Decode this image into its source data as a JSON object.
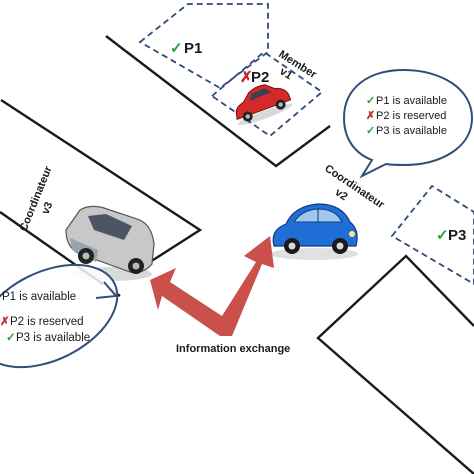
{
  "spots": {
    "p1": {
      "label": "P1",
      "mark": "✓"
    },
    "p2": {
      "label": "P2",
      "mark": "✗"
    },
    "p3": {
      "label": "P3",
      "mark": "✓"
    }
  },
  "vehicles": {
    "v1": {
      "line1": "Member",
      "line2": "v1"
    },
    "v2": {
      "line1": "Coordinateur",
      "line2": "v2"
    },
    "v3": {
      "line1": "Coordinateur",
      "line2": "v3"
    }
  },
  "bubble_v2": {
    "items": [
      {
        "mark": "✓",
        "text": "P1 is available"
      },
      {
        "mark": "✗",
        "text": "P2 is reserved"
      },
      {
        "mark": "✓",
        "text": "P3 is available"
      }
    ]
  },
  "bubble_v3": {
    "items": [
      {
        "mark": "✓",
        "text": "P1 is available"
      },
      {
        "mark": "✗",
        "text": "P2 is reserved"
      },
      {
        "mark": "✓",
        "text": "P3 is available"
      }
    ]
  },
  "arrow_label": "Information exchange",
  "colors": {
    "check": "#2e9e3e",
    "cross": "#c0282a",
    "arrow": "#c9504b",
    "dash": "#2f4a78",
    "bubble": "#2f4f7a",
    "car_red": "#d42a2a",
    "car_blue": "#1f6fd6",
    "car_silver": "#c8c8c8"
  },
  "icons": [
    "check-icon",
    "cross-icon",
    "red-car-icon",
    "blue-car-icon",
    "silver-car-icon",
    "double-arrow-icon"
  ]
}
